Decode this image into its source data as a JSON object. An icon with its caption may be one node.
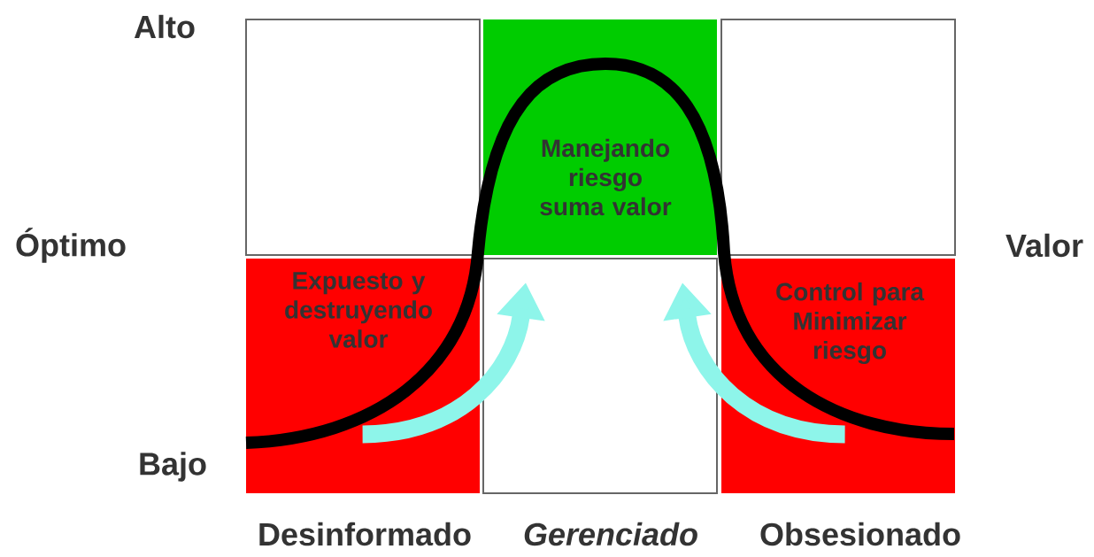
{
  "diagram": {
    "nodes": [
      {
        "text": [],
        "shape": "box"
      },
      {
        "text": [
          "Manejando riesgo suma valor"
        ]
      },
      {
        "text": [],
        "shape": "box"
      },
      {
        "text": [
          "Expuesto y destruyendo valor"
        ]
      },
      {
        "text": [],
        "shape": "box"
      },
      {
        "text": [
          "Control para Minimizar riesgo"
        ]
      }
    ],
    "edges": [
      {
        "from": 3,
        "to": 4,
        "arrow": "to"
      },
      {
        "from": 5,
        "to": 4,
        "arrow": "to"
      }
    ],
    "labels": [
      "Alto",
      "Óptimo",
      "Valor",
      "Bajo",
      "Desinformado",
      "Gerenciado",
      "Obsesionado"
    ]
  }
}
